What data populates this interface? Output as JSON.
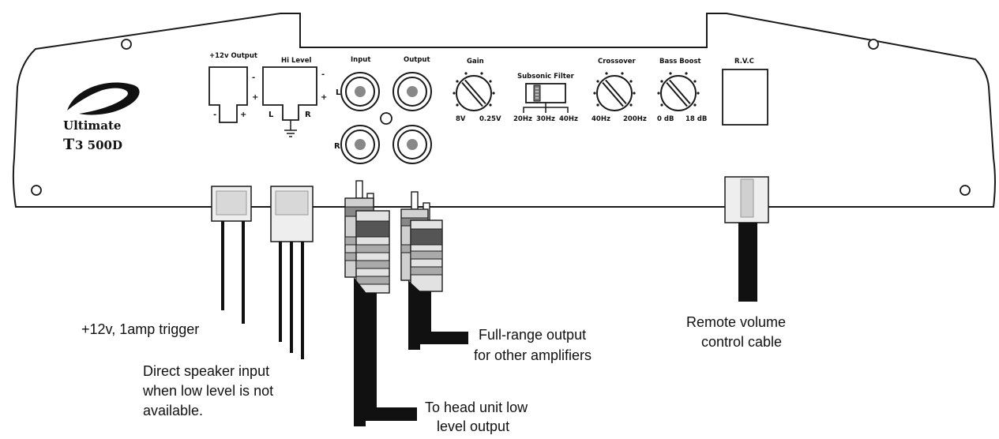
{
  "panel": {
    "brand_line1": "Ultimate",
    "brand_line2": "T",
    "brand_line2b": "3 500D"
  },
  "ports": {
    "out12v": {
      "title": "+12v Output",
      "minus": "-",
      "plus": "+",
      "side_minus": "-",
      "side_plus": "+"
    },
    "hilevel": {
      "title": "Hi Level",
      "minus": "-",
      "plus": "+",
      "left": "L",
      "right": "R"
    },
    "input": {
      "title": "Input",
      "left": "L",
      "right": "R"
    },
    "output": {
      "title": "Output"
    },
    "gain": {
      "title": "Gain",
      "min": "8V",
      "max": "0.25V"
    },
    "subsonic": {
      "title": "Subsonic Filter",
      "opt1": "20Hz",
      "opt2": "30Hz",
      "opt3": "40Hz"
    },
    "crossover": {
      "title": "Crossover",
      "min": "40Hz",
      "max": "200Hz"
    },
    "bassboost": {
      "title": "Bass Boost",
      "min": "0 dB",
      "max": "18 dB"
    },
    "rvc": {
      "title": "R.V.C"
    }
  },
  "callouts": {
    "trigger": "+12v, 1amp trigger",
    "speaker_line1": "Direct speaker input",
    "speaker_line2": "when low level is not",
    "speaker_line3": "available.",
    "headunit_line1": "To head unit low",
    "headunit_line2": "level output",
    "fullrange_line1": "Full-range output",
    "fullrange_line2": "for other amplifiers",
    "remote_line1": "Remote volume",
    "remote_line2": "control cable"
  },
  "colors": {
    "line": "#1a1a1a",
    "plug_body": "#c8c8c8",
    "plug_dark": "#555555",
    "connector": "#dddddd",
    "cable": "#111111"
  }
}
